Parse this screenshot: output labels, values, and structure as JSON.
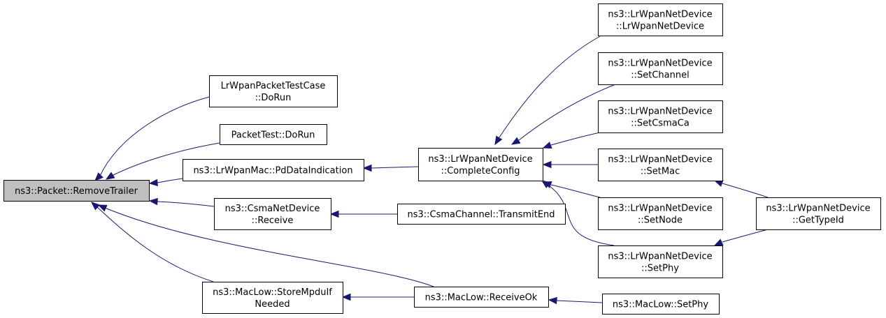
{
  "graph": {
    "nodes": [
      {
        "id": "root",
        "lines": [
          "ns3::Packet::RemoveTrailer"
        ],
        "root": true
      },
      {
        "id": "lrwpantest",
        "lines": [
          "LrWpanPacketTestCase",
          "::DoRun"
        ]
      },
      {
        "id": "packettest",
        "lines": [
          "PacketTest::DoRun"
        ]
      },
      {
        "id": "pddata",
        "lines": [
          "ns3::LrWpanMac::PdDataIndication"
        ]
      },
      {
        "id": "csmarecv",
        "lines": [
          "ns3::CsmaNetDevice",
          "::Receive"
        ]
      },
      {
        "id": "storempdu",
        "lines": [
          "ns3::MacLow::StoreMpduIf",
          "Needed"
        ]
      },
      {
        "id": "completecfg",
        "lines": [
          "ns3::LrWpanNetDevice",
          "::CompleteConfig"
        ]
      },
      {
        "id": "transmitend",
        "lines": [
          "ns3::CsmaChannel::TransmitEnd"
        ]
      },
      {
        "id": "receiveok",
        "lines": [
          "ns3::MacLow::ReceiveOk"
        ]
      },
      {
        "id": "ctor",
        "lines": [
          "ns3::LrWpanNetDevice",
          "::LrWpanNetDevice"
        ]
      },
      {
        "id": "setchannel",
        "lines": [
          "ns3::LrWpanNetDevice",
          "::SetChannel"
        ]
      },
      {
        "id": "setcsmaca",
        "lines": [
          "ns3::LrWpanNetDevice",
          "::SetCsmaCa"
        ]
      },
      {
        "id": "setmac",
        "lines": [
          "ns3::LrWpanNetDevice",
          "::SetMac"
        ]
      },
      {
        "id": "setnode",
        "lines": [
          "ns3::LrWpanNetDevice",
          "::SetNode"
        ]
      },
      {
        "id": "setphy",
        "lines": [
          "ns3::LrWpanNetDevice",
          "::SetPhy"
        ]
      },
      {
        "id": "gettypeid",
        "lines": [
          "ns3::LrWpanNetDevice",
          "::GetTypeId"
        ]
      },
      {
        "id": "maclowsetphy",
        "lines": [
          "ns3::MacLow::SetPhy"
        ]
      }
    ],
    "edges": [
      {
        "from": "lrwpantest",
        "to": "root"
      },
      {
        "from": "packettest",
        "to": "root"
      },
      {
        "from": "pddata",
        "to": "root"
      },
      {
        "from": "csmarecv",
        "to": "root"
      },
      {
        "from": "storempdu",
        "to": "root"
      },
      {
        "from": "receiveok",
        "to": "root"
      },
      {
        "from": "completecfg",
        "to": "pddata"
      },
      {
        "from": "transmitend",
        "to": "csmarecv"
      },
      {
        "from": "receiveok",
        "to": "storempdu"
      },
      {
        "from": "ctor",
        "to": "completecfg"
      },
      {
        "from": "setchannel",
        "to": "completecfg"
      },
      {
        "from": "setcsmaca",
        "to": "completecfg"
      },
      {
        "from": "setmac",
        "to": "completecfg"
      },
      {
        "from": "setnode",
        "to": "completecfg"
      },
      {
        "from": "setphy",
        "to": "completecfg"
      },
      {
        "from": "gettypeid",
        "to": "setmac"
      },
      {
        "from": "gettypeid",
        "to": "setphy"
      },
      {
        "from": "maclowsetphy",
        "to": "receiveok"
      }
    ]
  }
}
